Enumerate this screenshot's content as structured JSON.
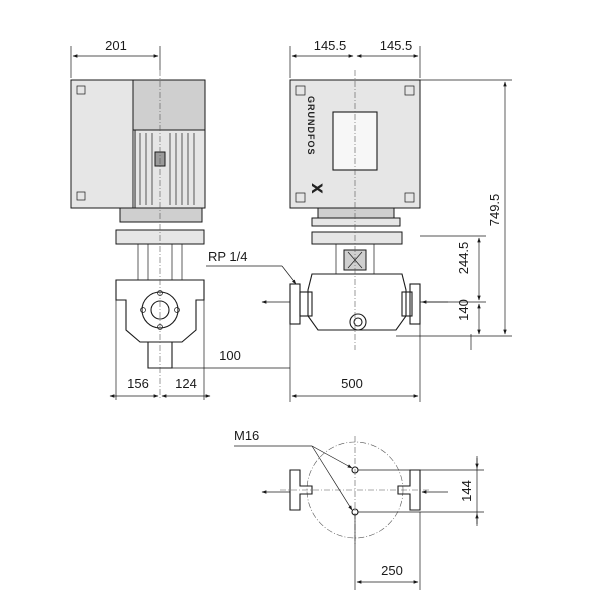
{
  "brand": "GRUNDFOS",
  "side_view": {
    "motor_depth": "201",
    "left_flange": "156",
    "right_flange": "124",
    "gauge_offset": "100"
  },
  "front_view": {
    "half_width_left": "145.5",
    "half_width_right": "145.5",
    "total_height": "749.5",
    "port_height": "244.5",
    "axis_height": "140",
    "port_to_port": "500",
    "gauge_connection": "RP 1/4"
  },
  "plan_view": {
    "bolt_thread": "M16",
    "bolt_spacing_y": "144",
    "bolt_spacing_x": "250"
  },
  "colors": {
    "line": "#1a1a1a",
    "motor_box": "#e6e6e6",
    "motor_shade": "#cfcfcf"
  }
}
